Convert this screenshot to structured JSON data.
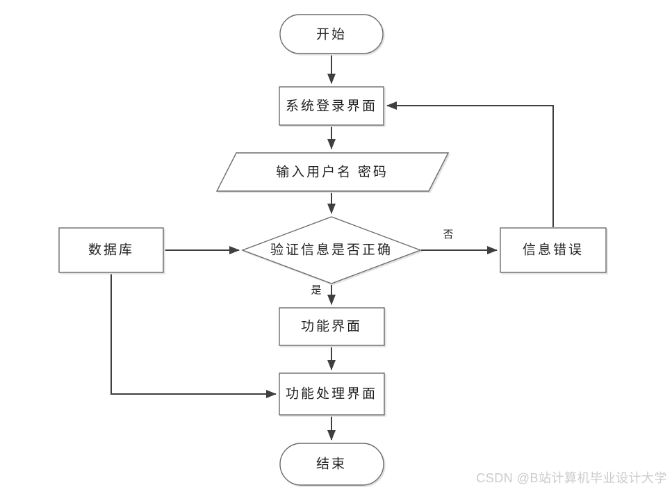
{
  "diagram": {
    "type": "flowchart",
    "nodes": {
      "start": {
        "label": "开始",
        "shape": "terminator"
      },
      "login": {
        "label": "系统登录界面",
        "shape": "process"
      },
      "input": {
        "label": "输入用户名 密码",
        "shape": "input-output"
      },
      "verify": {
        "label": "验证信息是否正确",
        "shape": "decision"
      },
      "database": {
        "label": "数据库",
        "shape": "process"
      },
      "error": {
        "label": "信息错误",
        "shape": "process"
      },
      "function_ui": {
        "label": "功能界面",
        "shape": "process"
      },
      "process_ui": {
        "label": "功能处理界面",
        "shape": "process"
      },
      "end": {
        "label": "结束",
        "shape": "terminator"
      }
    },
    "edge_labels": {
      "no": "否",
      "yes": "是"
    },
    "edges": [
      {
        "from": "start",
        "to": "login"
      },
      {
        "from": "login",
        "to": "input"
      },
      {
        "from": "input",
        "to": "verify"
      },
      {
        "from": "verify",
        "to": "error",
        "label": "否"
      },
      {
        "from": "verify",
        "to": "function_ui",
        "label": "是"
      },
      {
        "from": "error",
        "to": "login"
      },
      {
        "from": "database",
        "to": "verify"
      },
      {
        "from": "database",
        "to": "process_ui"
      },
      {
        "from": "function_ui",
        "to": "process_ui"
      },
      {
        "from": "process_ui",
        "to": "end"
      }
    ],
    "colors": {
      "background": "#ffffff",
      "shape_stroke": "#6b6b6b",
      "arrow": "#3f3f3f",
      "text": "#1f1f1f",
      "shadow": "#e2e2e2",
      "watermark": "#cbcbcb"
    }
  },
  "watermark": {
    "text": "CSDN @B站计算机毕业设计大学"
  }
}
